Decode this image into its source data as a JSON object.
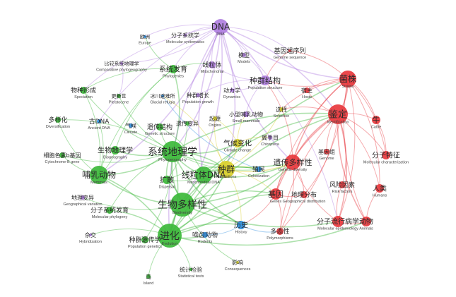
{
  "palette": {
    "green": "#3cb83a",
    "red": "#e8383d",
    "purple": "#b07fe0",
    "yellow": "#d9cf2a",
    "blue": "#2f8fe0"
  },
  "nodes": [
    {
      "id": "dna",
      "zh": "DNA",
      "en": "DNA",
      "c": "purple",
      "r": 11,
      "fs": 12
    },
    {
      "id": "fzxt",
      "zh": "分子系统学",
      "en": "Molecular systematics",
      "c": "purple",
      "r": 2,
      "fs": 8
    },
    {
      "id": "oz",
      "zh": "欧洲",
      "en": "Europe",
      "c": "blue",
      "r": 2,
      "fs": 7
    },
    {
      "id": "mx",
      "zh": "模型",
      "en": "Models",
      "c": "purple",
      "r": 3,
      "fs": 8
    },
    {
      "id": "jyzxl",
      "zh": "基因组序列",
      "en": "Genome sequence",
      "c": "red",
      "r": 2,
      "fs": 9
    },
    {
      "id": "bjxt",
      "zh": "比较系统地理学",
      "en": "Comparative phylogeography",
      "c": "purple",
      "r": 2,
      "fs": 7
    },
    {
      "id": "xtfy",
      "zh": "系统发育",
      "en": "Phylogenies",
      "c": "green",
      "r": 6,
      "fs": 10
    },
    {
      "id": "xlt1",
      "zh": "线粒体",
      "en": "Mitochondrial",
      "c": "purple",
      "r": 5,
      "fs": 9
    },
    {
      "id": "jj",
      "zh": "菌株",
      "en": "Strains",
      "c": "red",
      "r": 12,
      "fs": 12
    },
    {
      "id": "zqjg",
      "zh": "种群结构",
      "en": "Population structure",
      "c": "purple",
      "r": 7,
      "fs": 11
    },
    {
      "id": "wzxc",
      "zh": "物种形成",
      "en": "Speciation",
      "c": "green",
      "r": 5,
      "fs": 9
    },
    {
      "id": "gxs",
      "zh": "更新世",
      "en": "Pleistocene",
      "c": "green",
      "r": 3,
      "fs": 7
    },
    {
      "id": "ylqlj",
      "zh": "冰川避难所",
      "en": "Glacial refugia",
      "c": "blue",
      "r": 2,
      "fs": 7
    },
    {
      "id": "zqzz",
      "zh": "种群增长",
      "en": "Population growth",
      "c": "purple",
      "r": 3,
      "fs": 8
    },
    {
      "id": "dlx",
      "zh": "动力学",
      "en": "Dynamics",
      "c": "purple",
      "r": 3,
      "fs": 8
    },
    {
      "id": "sz",
      "zh": "宿主",
      "en": "Hosts",
      "c": "red",
      "r": 4,
      "fs": 8
    },
    {
      "id": "xz",
      "zh": "选择",
      "en": "Selection",
      "c": "yellow",
      "r": 3,
      "fs": 8
    },
    {
      "id": "dyh",
      "zh": "多样化",
      "en": "Diversification",
      "c": "green",
      "r": 4,
      "fs": 9
    },
    {
      "id": "gdna",
      "zh": "古DNA",
      "en": "Ancient DNA",
      "c": "blue",
      "r": 3,
      "fs": 9
    },
    {
      "id": "qh",
      "zh": "气候",
      "en": "Climate",
      "c": "blue",
      "r": 3,
      "fs": 8
    },
    {
      "id": "ycjg",
      "zh": "遗传结构",
      "en": "Genetic structure",
      "c": "green",
      "r": 5,
      "fs": 9
    },
    {
      "id": "ycbx",
      "zh": "遗传变异",
      "en": "",
      "c": "green",
      "r": 3,
      "fs": 8
    },
    {
      "id": "qy",
      "zh": "起源",
      "en": "Origins",
      "c": "yellow",
      "r": 3,
      "fs": 8
    },
    {
      "id": "xbr",
      "zh": "小型哺乳动物",
      "en": "Small mammals",
      "c": "purple",
      "r": 4,
      "fs": 8
    },
    {
      "id": "jd",
      "zh": "鉴定",
      "en": "Identification",
      "c": "red",
      "r": 14,
      "fs": 13
    },
    {
      "id": "niu",
      "zh": "牛",
      "en": "Cattle",
      "c": "red",
      "r": 6,
      "fs": 10
    },
    {
      "id": "xbs",
      "zh": "细胞色素b基因",
      "en": "Cytochrome-B gene",
      "c": "green",
      "r": 4,
      "fs": 8
    },
    {
      "id": "swdl",
      "zh": "生物地理学",
      "en": "Biogeography",
      "c": "green",
      "r": 6,
      "fs": 10
    },
    {
      "id": "xtdl",
      "zh": "系统地理学",
      "en": "Phylogeography",
      "c": "green",
      "r": 15,
      "fs": 14
    },
    {
      "id": "qhbh",
      "zh": "气候变化",
      "en": "Climate change",
      "c": "yellow",
      "r": 6,
      "fs": 10
    },
    {
      "id": "ysm",
      "zh": "翼手目",
      "en": "Chiroptera",
      "c": "purple",
      "r": 3,
      "fs": 8
    },
    {
      "id": "jyz",
      "zh": "基因组",
      "en": "Genome",
      "c": "red",
      "r": 4,
      "fs": 8
    },
    {
      "id": "fztz",
      "zh": "分子特征",
      "en": "Molecular characterization",
      "c": "red",
      "r": 6,
      "fs": 10
    },
    {
      "id": "brdw",
      "zh": "哺乳动物",
      "en": "Mammals",
      "c": "green",
      "r": 13,
      "fs": 12
    },
    {
      "id": "kz",
      "zh": "扩散",
      "en": "Dispersal",
      "c": "green",
      "r": 6,
      "fs": 10
    },
    {
      "id": "xlt2",
      "zh": "线粒体DNA",
      "en": "Mitochondrial DNA",
      "c": "green",
      "r": 12,
      "fs": 12
    },
    {
      "id": "zq",
      "zh": "种群",
      "en": "Populations",
      "c": "yellow",
      "r": 12,
      "fs": 12
    },
    {
      "id": "zm",
      "zh": "殖民",
      "en": "Colonization",
      "c": "blue",
      "r": 4,
      "fs": 9
    },
    {
      "id": "ycdy",
      "zh": "遗传多样性",
      "en": "Genetic diversity",
      "c": "red",
      "r": 11,
      "fs": 11
    },
    {
      "id": "fxys",
      "zh": "风险因素",
      "en": "Risk factors",
      "c": "red",
      "r": 5,
      "fs": 9
    },
    {
      "id": "rl",
      "zh": "人类",
      "en": "Humans",
      "c": "red",
      "r": 6,
      "fs": 10
    },
    {
      "id": "dlby",
      "zh": "地理变异",
      "en": "Geographical variation",
      "c": "purple",
      "r": 3,
      "fs": 8
    },
    {
      "id": "swdy",
      "zh": "生物多样性",
      "en": "Biodiversity",
      "c": "green",
      "r": 17,
      "fs": 14
    },
    {
      "id": "jy",
      "zh": "基因",
      "en": "Genes",
      "c": "red",
      "r": 8,
      "fs": 11
    },
    {
      "id": "dlfb",
      "zh": "地理分布",
      "en": "Geographical distribution",
      "c": "red",
      "r": 5,
      "fs": 9
    },
    {
      "id": "fzfy",
      "zh": "分子系统发育",
      "en": "Molecular phylogeny",
      "c": "green",
      "r": 5,
      "fs": 9
    },
    {
      "id": "fzlx",
      "zh": "分子流行病学",
      "en": "Molecular epidemiology",
      "c": "red",
      "r": 8,
      "fs": 10
    },
    {
      "id": "dw",
      "zh": "动物",
      "en": "Animals",
      "c": "red",
      "r": 7,
      "fs": 10
    },
    {
      "id": "zj",
      "zh": "杂交",
      "en": "Hybridization",
      "c": "purple",
      "r": 2,
      "fs": 8
    },
    {
      "id": "zqyc",
      "zh": "种群遗传学",
      "en": "Population genetics",
      "c": "green",
      "r": 5,
      "fs": 9
    },
    {
      "id": "jh",
      "zh": "进化",
      "en": "Evolution",
      "c": "green",
      "r": 17,
      "fs": 14
    },
    {
      "id": "ncdw",
      "zh": "啮齿动物",
      "en": "Rodents",
      "c": "blue",
      "r": 4,
      "fs": 9
    },
    {
      "id": "ls",
      "zh": "历史",
      "en": "History",
      "c": "blue",
      "r": 6,
      "fs": 10
    },
    {
      "id": "dtx",
      "zh": "多态性",
      "en": "Polymorphisms",
      "c": "red",
      "r": 5,
      "fs": 9
    },
    {
      "id": "yx",
      "zh": "影响",
      "en": "Consequences",
      "c": "yellow",
      "r": 2,
      "fs": 8
    },
    {
      "id": "tjjy",
      "zh": "统计检验",
      "en": "Statistical tests",
      "c": "green",
      "r": 2,
      "fs": 8
    },
    {
      "id": "dao",
      "zh": "岛",
      "en": "Island",
      "c": "green",
      "r": 3,
      "fs": 8
    }
  ],
  "edges": [
    [
      "dna",
      "xtdl"
    ],
    [
      "dna",
      "xlt1"
    ],
    [
      "dna",
      "zqjg"
    ],
    [
      "dna",
      "jh"
    ],
    [
      "dna",
      "swdy"
    ],
    [
      "dna",
      "fzxt"
    ],
    [
      "dna",
      "mx"
    ],
    [
      "dna",
      "xtfy"
    ],
    [
      "dna",
      "jd"
    ],
    [
      "dna",
      "jj"
    ],
    [
      "dna",
      "zq"
    ],
    [
      "dna",
      "xlt2"
    ],
    [
      "dna",
      "brdw"
    ],
    [
      "dna",
      "ycdy"
    ],
    [
      "dna",
      "bjxt"
    ],
    [
      "dna",
      "oz"
    ],
    [
      "dna",
      "jyzxl"
    ],
    [
      "dna",
      "wzxc"
    ],
    [
      "dna",
      "fzlx"
    ],
    [
      "dna",
      "gdna"
    ],
    [
      "xtdl",
      "jh"
    ],
    [
      "xtdl",
      "swdy"
    ],
    [
      "xtdl",
      "brdw"
    ],
    [
      "xtdl",
      "xlt2"
    ],
    [
      "xtdl",
      "zq"
    ],
    [
      "xtdl",
      "kz"
    ],
    [
      "xtdl",
      "swdl"
    ],
    [
      "xtdl",
      "xtfy"
    ],
    [
      "xtdl",
      "wzxc"
    ],
    [
      "xtdl",
      "dyh"
    ],
    [
      "xtdl",
      "gxs"
    ],
    [
      "xtdl",
      "qhbh"
    ],
    [
      "xtdl",
      "ycjg"
    ],
    [
      "xtdl",
      "ls"
    ],
    [
      "xtdl",
      "zqyc"
    ],
    [
      "xtdl",
      "fzfy"
    ],
    [
      "xtdl",
      "xbs"
    ],
    [
      "xtdl",
      "ycdy"
    ],
    [
      "xtdl",
      "jd"
    ],
    [
      "xtdl",
      "zm"
    ],
    [
      "jh",
      "swdy"
    ],
    [
      "jh",
      "brdw"
    ],
    [
      "jh",
      "xlt2"
    ],
    [
      "jh",
      "zq"
    ],
    [
      "jh",
      "jy"
    ],
    [
      "jh",
      "ycdy"
    ],
    [
      "jh",
      "jd"
    ],
    [
      "jh",
      "dao"
    ],
    [
      "jh",
      "zqyc"
    ],
    [
      "jh",
      "zj"
    ],
    [
      "jh",
      "tjjy"
    ],
    [
      "jh",
      "ncdw"
    ],
    [
      "jh",
      "ls"
    ],
    [
      "jh",
      "fzfy"
    ],
    [
      "jh",
      "jj"
    ],
    [
      "jh",
      "dw"
    ],
    [
      "swdy",
      "brdw"
    ],
    [
      "swdy",
      "xlt2"
    ],
    [
      "swdy",
      "zq"
    ],
    [
      "swdy",
      "kz"
    ],
    [
      "swdy",
      "dlby"
    ],
    [
      "swdy",
      "yx"
    ],
    [
      "swdy",
      "ls"
    ],
    [
      "swdy",
      "ycdy"
    ],
    [
      "swdy",
      "jy"
    ],
    [
      "swdy",
      "fzlx"
    ],
    [
      "brdw",
      "xtfy"
    ],
    [
      "brdw",
      "wzxc"
    ],
    [
      "brdw",
      "xbs"
    ],
    [
      "brdw",
      "swdl"
    ],
    [
      "brdw",
      "dyh"
    ],
    [
      "brdw",
      "gdna"
    ],
    [
      "xlt2",
      "zq"
    ],
    [
      "xlt2",
      "qhbh"
    ],
    [
      "xlt2",
      "kz"
    ],
    [
      "xlt2",
      "ycdy"
    ],
    [
      "xlt2",
      "zm"
    ],
    [
      "xlt2",
      "ycjg"
    ],
    [
      "xlt2",
      "jd"
    ],
    [
      "zq",
      "qhbh"
    ],
    [
      "zq",
      "zm"
    ],
    [
      "zq",
      "ycdy"
    ],
    [
      "zq",
      "jy"
    ],
    [
      "zq",
      "xz"
    ],
    [
      "zq",
      "qy"
    ],
    [
      "zq",
      "ylqlj"
    ],
    [
      "zq",
      "ls"
    ],
    [
      "jd",
      "jj"
    ],
    [
      "jd",
      "niu"
    ],
    [
      "jd",
      "ycdy"
    ],
    [
      "jd",
      "fztz"
    ],
    [
      "jd",
      "jyz"
    ],
    [
      "jd",
      "rl"
    ],
    [
      "jd",
      "dw"
    ],
    [
      "jd",
      "fzlx"
    ],
    [
      "jd",
      "jy"
    ],
    [
      "jd",
      "sz"
    ],
    [
      "jd",
      "xz"
    ],
    [
      "jd",
      "fxys"
    ],
    [
      "jd",
      "dtx"
    ],
    [
      "jd",
      "dlfb"
    ],
    [
      "jj",
      "sz"
    ],
    [
      "jj",
      "niu"
    ],
    [
      "jj",
      "ycdy"
    ],
    [
      "jj",
      "rl"
    ],
    [
      "jj",
      "dw"
    ],
    [
      "jj",
      "fzlx"
    ],
    [
      "jj",
      "jy"
    ],
    [
      "jj",
      "fztz"
    ],
    [
      "jj",
      "jyzxl"
    ],
    [
      "jj",
      "dtx"
    ],
    [
      "jj",
      "xz"
    ],
    [
      "jj",
      "zqjg"
    ],
    [
      "ycdy",
      "jy"
    ],
    [
      "ycdy",
      "dlfb"
    ],
    [
      "ycdy",
      "fzlx"
    ],
    [
      "ycdy",
      "dtx"
    ],
    [
      "ycdy",
      "zqjg"
    ],
    [
      "jy",
      "dtx"
    ],
    [
      "jy",
      "dlfb"
    ],
    [
      "jy",
      "ls"
    ],
    [
      "fzlx",
      "dw"
    ],
    [
      "fzlx",
      "fxys"
    ],
    [
      "rl",
      "dw"
    ],
    [
      "niu",
      "fztz"
    ],
    [
      "xtfy",
      "wzxc"
    ],
    [
      "xtfy",
      "xlt1"
    ],
    [
      "xtfy",
      "swdl"
    ],
    [
      "xtfy",
      "oz"
    ],
    [
      "zqjg",
      "zqzz"
    ],
    [
      "zqjg",
      "dlx"
    ],
    [
      "zqjg",
      "xbr"
    ],
    [
      "zqjg",
      "xlt1"
    ],
    [
      "zqjg",
      "mx"
    ],
    [
      "qhbh",
      "ysm"
    ],
    [
      "qhbh",
      "qy"
    ],
    [
      "qhbh",
      "xbr"
    ],
    [
      "kz",
      "ycbx"
    ],
    [
      "kz",
      "zm"
    ],
    [
      "ncdw",
      "ls"
    ],
    [
      "zm",
      "ylqlj"
    ],
    [
      "ls",
      "dtx"
    ],
    [
      "bjxt",
      "gxs"
    ],
    [
      "jyzxl",
      "zqjg"
    ]
  ]
}
